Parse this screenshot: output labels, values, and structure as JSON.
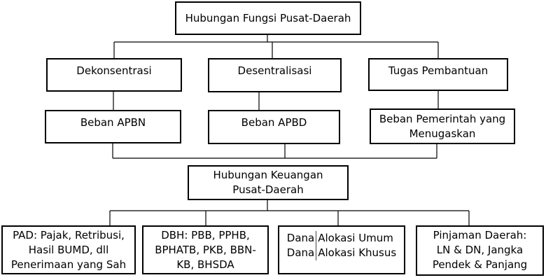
{
  "root": {
    "label": "Hubungan Fungsi Pusat-Daerah"
  },
  "functions": [
    {
      "label": "Dekonsentrasi"
    },
    {
      "label": "Desentralisasi"
    },
    {
      "label": "Tugas Pembantuan"
    }
  ],
  "burdens": [
    {
      "lines": [
        "Beban APBN"
      ]
    },
    {
      "lines": [
        "Beban APBD"
      ]
    },
    {
      "lines": [
        "Beban Pemerintah yang",
        "Menugaskan"
      ]
    }
  ],
  "finance": {
    "lines": [
      "Hubungan Keuangan",
      "Pusat-Daerah"
    ]
  },
  "sources": [
    {
      "lines": [
        "PAD: Pajak, Retribusi,",
        "Hasil BUMD, dll",
        "Penerimaan yang Sah"
      ]
    },
    {
      "lines": [
        "DBH: PBB, PPHB,",
        "BPHATB, PKB, BBN-",
        "KB, BHSDA"
      ]
    },
    {
      "left": [
        "Dana",
        "Dana"
      ],
      "right": [
        "Alokasi Umum",
        "Alokasi Khusus"
      ]
    },
    {
      "lines": [
        "Pinjaman Daerah:",
        "LN & DN, Jangka",
        "Pendek & Panjang"
      ]
    }
  ]
}
